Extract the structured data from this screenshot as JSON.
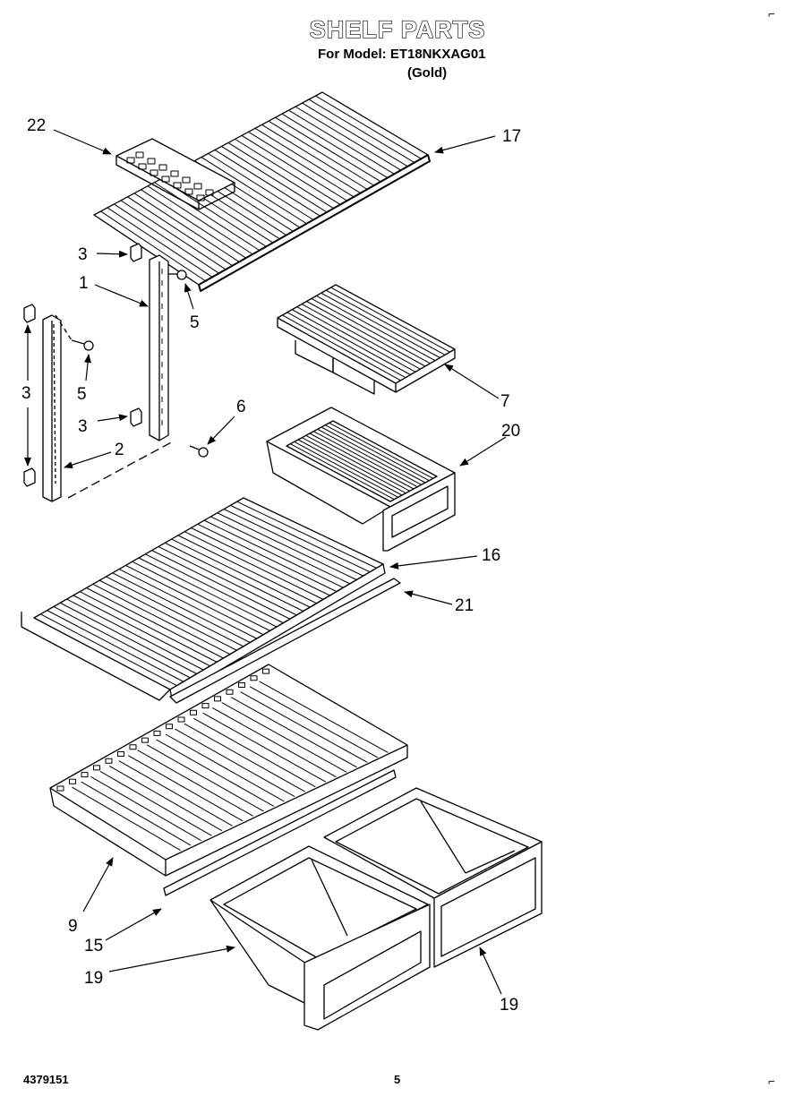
{
  "header": {
    "title": "SHELF PARTS",
    "subtitle": "For Model: ET18NKXAG01",
    "color_note": "(Gold)"
  },
  "footer": {
    "doc_number": "4379151",
    "page_number": "5"
  },
  "corner_marks": [
    "⌐",
    "⌐"
  ],
  "callouts": {
    "c22": "22",
    "c17": "17",
    "c3a": "3",
    "c1": "1",
    "c5a": "5",
    "c3b": "3",
    "c5b": "5",
    "c3c": "3",
    "c6": "6",
    "c2": "2",
    "c7": "7",
    "c20": "20",
    "c16": "16",
    "c21": "21",
    "c9": "9",
    "c15": "15",
    "c19a": "19",
    "c19b": "19"
  }
}
